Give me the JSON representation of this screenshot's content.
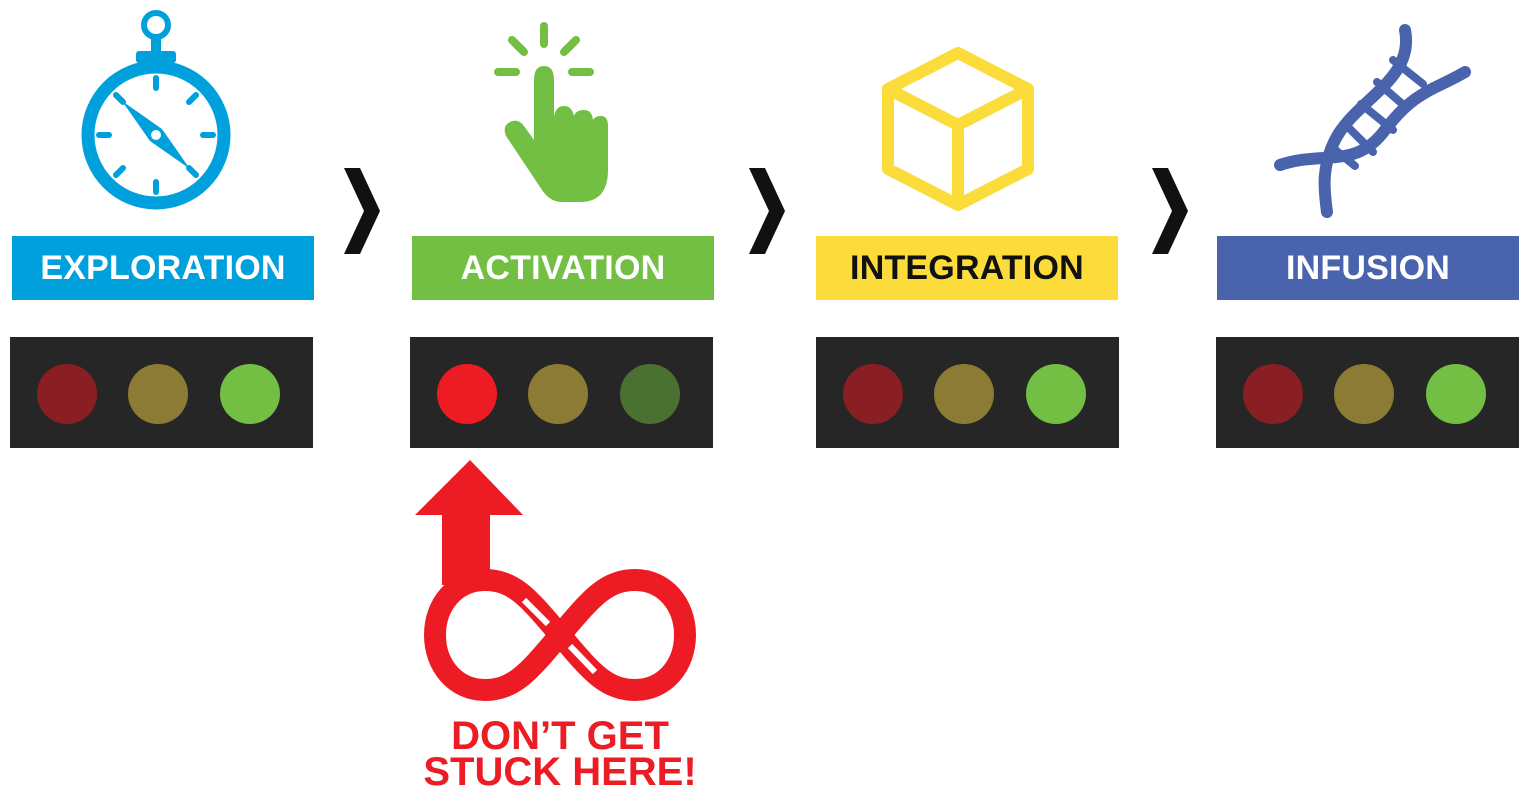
{
  "stages": [
    {
      "label": "EXPLORATION",
      "icon": "compass-icon",
      "label_bg": "#00a0dc",
      "label_color": "#ffffff",
      "lights": {
        "red": "#8a1f23",
        "amber": "#8c7b34",
        "green": "#72bf44"
      }
    },
    {
      "label": "ACTIVATION",
      "icon": "pointing-hand-icon",
      "label_bg": "#72bf44",
      "label_color": "#ffffff",
      "lights": {
        "red": "#ed1c24",
        "amber": "#8c7b34",
        "green": "#4a7032"
      }
    },
    {
      "label": "INTEGRATION",
      "icon": "cube-icon",
      "label_bg": "#fcdc3b",
      "label_color": "#111111",
      "lights": {
        "red": "#8a1f23",
        "amber": "#8c7b34",
        "green": "#72bf44"
      }
    },
    {
      "label": "INFUSION",
      "icon": "dna-icon",
      "label_bg": "#4a63ad",
      "label_color": "#ffffff",
      "lights": {
        "red": "#8a1f23",
        "amber": "#8c7b34",
        "green": "#72bf44"
      }
    }
  ],
  "separator_icon": "chevron-right-icon",
  "warning": {
    "line1": "DON’T GET",
    "line2": "STUCK HERE!",
    "icons": [
      "arrow-up-icon",
      "infinity-loop-icon"
    ],
    "color": "#ed1c24"
  }
}
